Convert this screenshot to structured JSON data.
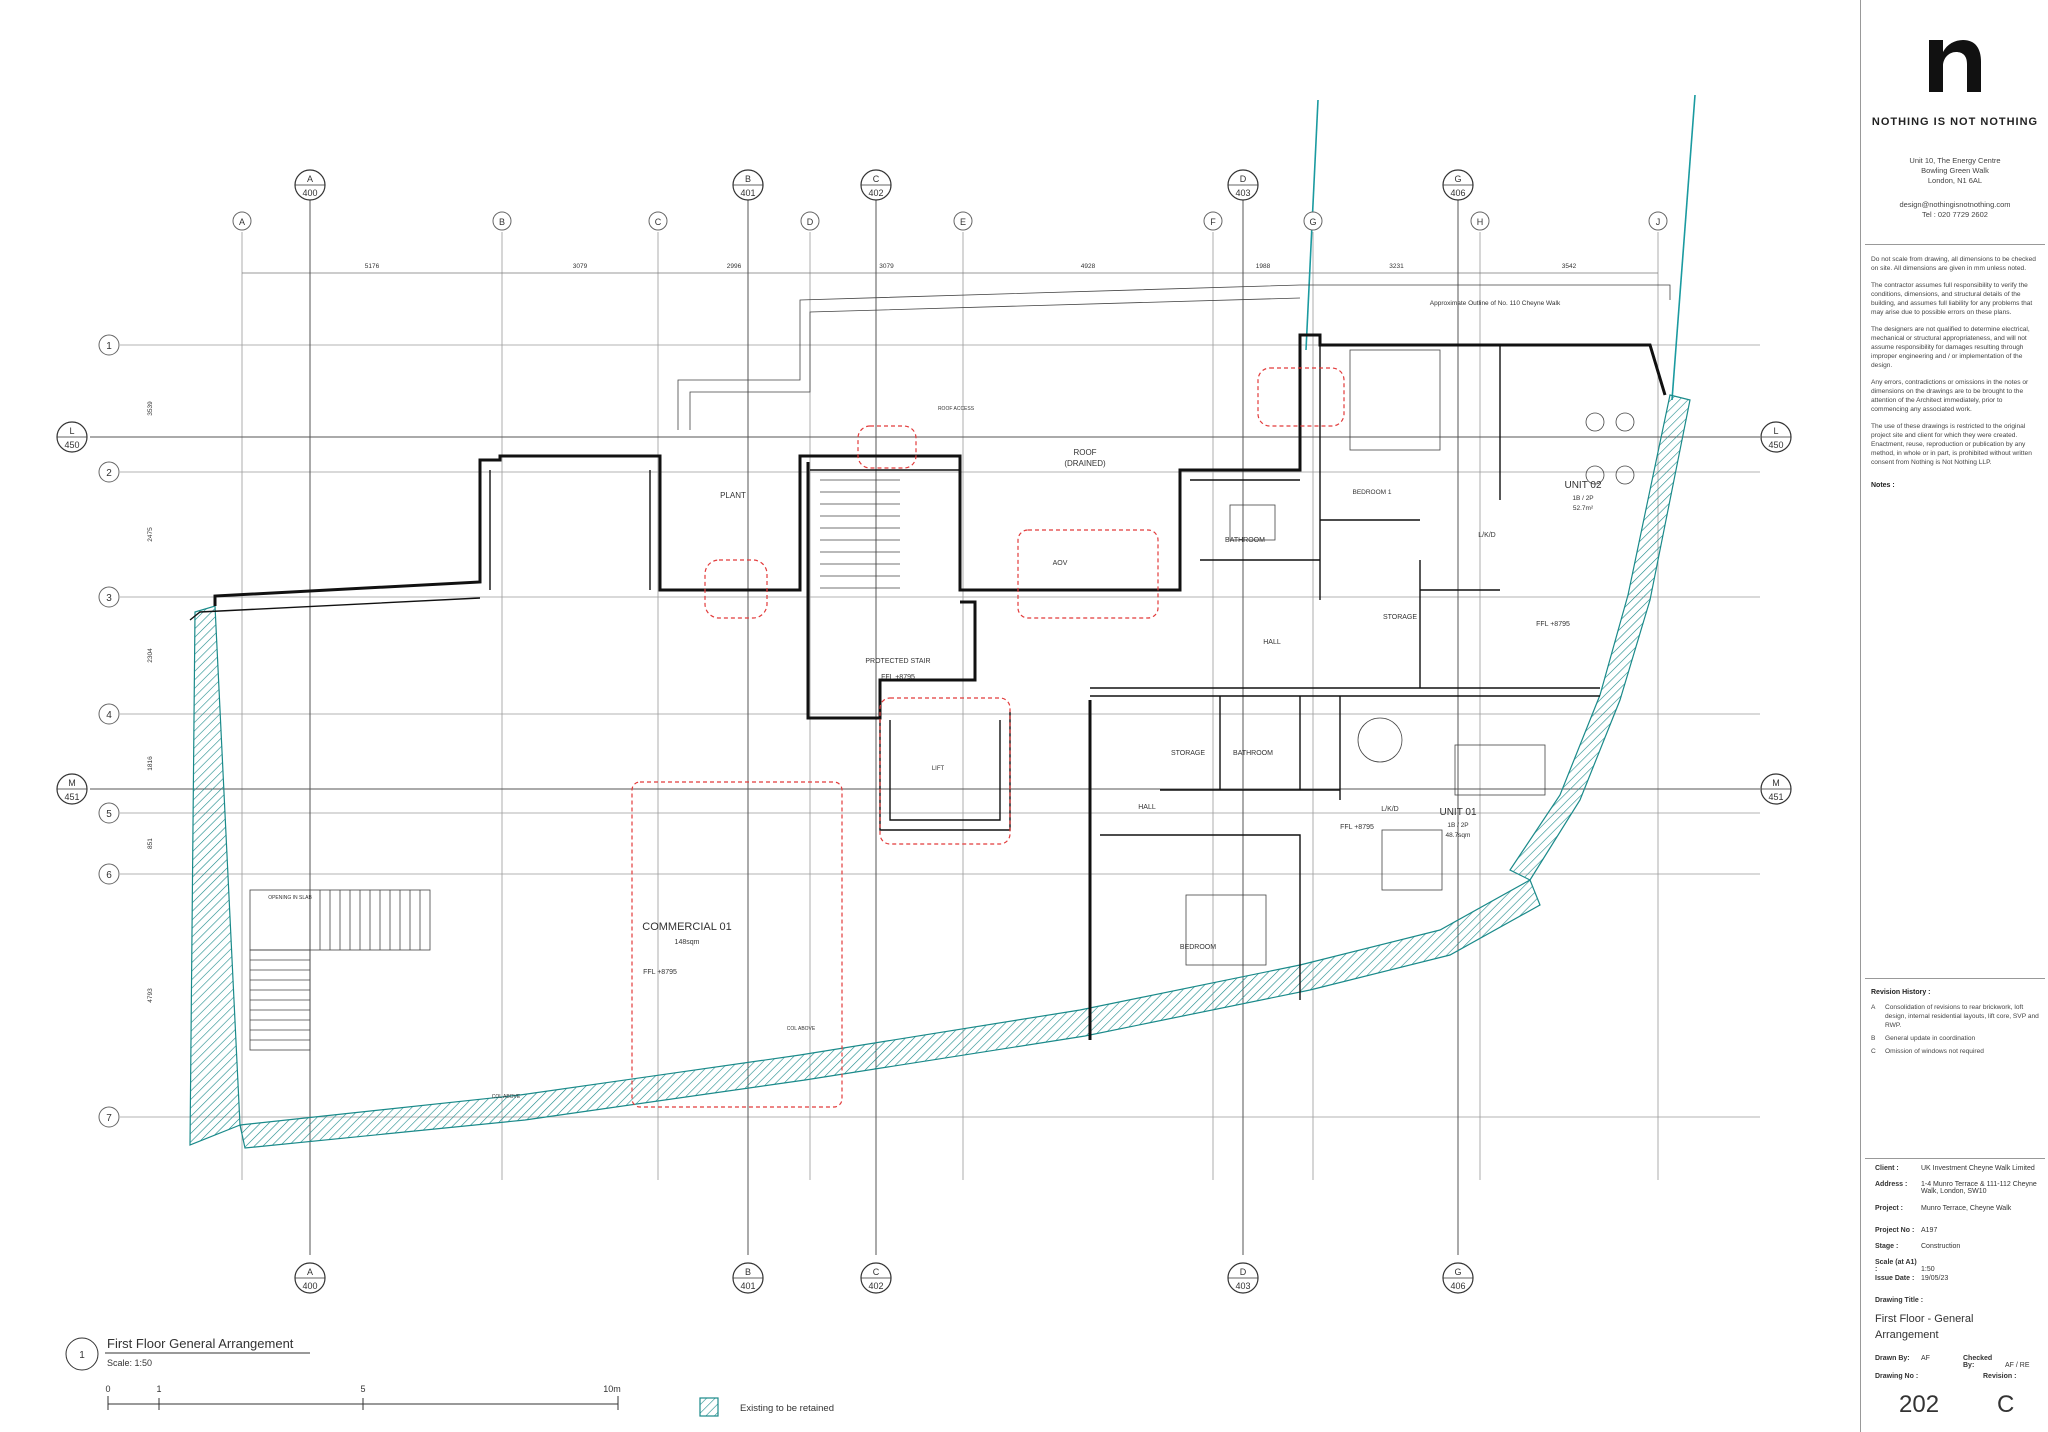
{
  "firm": {
    "tagline": "NOTHING IS NOT NOTHING",
    "address_lines": [
      "Unit 10, The Energy Centre",
      "Bowling Green Walk",
      "London, N1 6AL"
    ],
    "contact_lines": [
      "design@nothingisnotnothing.com",
      "Tel : 020 7729 2602"
    ]
  },
  "notes_text": [
    "Do not scale from drawing, all dimensions to be checked on site. All dimensions are given in mm unless noted.",
    "The contractor assumes full responsibility to verify the conditions, dimensions, and structural details of the building, and assumes full liability for any problems that may arise due to possible errors on these plans.",
    "The designers are not qualified to determine electrical, mechanical or structural appropriateness, and will not assume responsibility for damages resulting through improper engineering and / or implementation of the design.",
    "Any errors, contradictions or omissions in the notes or dimensions on the drawings are to be brought to the attention of the Architect immediately, prior to commencing any associated work.",
    "The use of these drawings is restricted to the original project site and client for which they were created. Enactment, reuse, reproduction or publication by any method, in whole or in part, is prohibited without written consent from Nothing is Not Nothing LLP."
  ],
  "notes_label": "Notes :",
  "revision_history": {
    "label": "Revision History :",
    "items": [
      {
        "rev": "A",
        "text": "Consolidation of revisions to rear brickwork, loft design, internal residential layouts, lift core, SVP and RWP."
      },
      {
        "rev": "B",
        "text": "General update in coordination"
      },
      {
        "rev": "C",
        "text": "Omission of windows not required"
      }
    ]
  },
  "project_info": {
    "client_label": "Client :",
    "client": "UK Investment Cheyne Walk Limited",
    "address_label": "Address :",
    "address": "1-4 Munro Terrace & 111-112 Cheyne Walk, London, SW10",
    "project_label": "Project :",
    "project": "Munro Terrace, Cheyne Walk",
    "project_no_label": "Project No :",
    "project_no": "A197",
    "stage_label": "Stage :",
    "stage": "Construction",
    "scale_label": "Scale (at A1) :",
    "scale": "1:50",
    "issue_label": "Issue Date :",
    "issue_date": "19/05/23",
    "title_label": "Drawing Title :",
    "title_line1": "First Floor - General",
    "title_line2": "Arrangement",
    "drawn_label": "Drawn By:",
    "drawn_by": "AF",
    "checked_label": "Checked By:",
    "checked_by": "AF / RE",
    "drawing_no_label": "Drawing No :",
    "drawing_no": "202",
    "revision_label": "Revision :",
    "revision": "C"
  },
  "plan": {
    "grid_columns": [
      "A",
      "B",
      "C",
      "D",
      "E",
      "F",
      "G",
      "H",
      "J"
    ],
    "grid_rows": [
      "1",
      "2",
      "3",
      "4",
      "5",
      "6",
      "7"
    ],
    "dimensions": [
      "5176",
      "3079",
      "2996",
      "3079",
      "4928",
      "1988",
      "3231",
      "3542"
    ],
    "left_dims": [
      "3539",
      "2475",
      "2304",
      "1816",
      "851",
      "4793"
    ],
    "section_markers": [
      {
        "letter": "A",
        "num": "400"
      },
      {
        "letter": "B",
        "num": "401"
      },
      {
        "letter": "C",
        "num": "402"
      },
      {
        "letter": "D",
        "num": "403"
      },
      {
        "letter": "G",
        "num": "406"
      }
    ],
    "side_markers": [
      {
        "letter": "L",
        "num": "450"
      },
      {
        "letter": "M",
        "num": "451"
      }
    ],
    "rooms": {
      "plant": "PLANT",
      "roof": "ROOF",
      "roof_sub": "(DRAINED)",
      "protected_stair": "PROTECTED STAIR",
      "lift": "LIFT",
      "aov": "AOV",
      "commercial": "COMMERCIAL 01",
      "commercial_area": "148sqm",
      "bathroom_upper": "BATHROOM",
      "hall_upper": "HALL",
      "bedroom_upper": "BEDROOM 1",
      "storage_upper": "STORAGE",
      "unit02": "UNIT 02",
      "unit02_sub": "1B / 2P",
      "unit02_area": "52.7m²",
      "lkd_upper": "L/K/D",
      "storage_lower": "STORAGE",
      "bathroom_lower": "BATHROOM",
      "hall_lower": "HALL",
      "lkd_lower": "L/K/D",
      "unit01": "UNIT 01",
      "unit01_sub": "1B / 2P",
      "unit01_area": "48.7sqm",
      "bedroom_lower": "BEDROOM",
      "ffl": "FFL +8795",
      "opening": "OPENING IN SLAB",
      "roof_access": "ROOF ACCESS",
      "outline_note": "Approximate Outline of No. 110 Cheyne Walk",
      "col_above": "COL ABOVE"
    }
  },
  "footer": {
    "view_no": "1",
    "view_title": "First Floor General Arrangement",
    "view_scale": "Scale: 1:50",
    "scalebar": [
      "0",
      "1",
      "5",
      "10m"
    ],
    "legend": "Existing to be retained"
  }
}
